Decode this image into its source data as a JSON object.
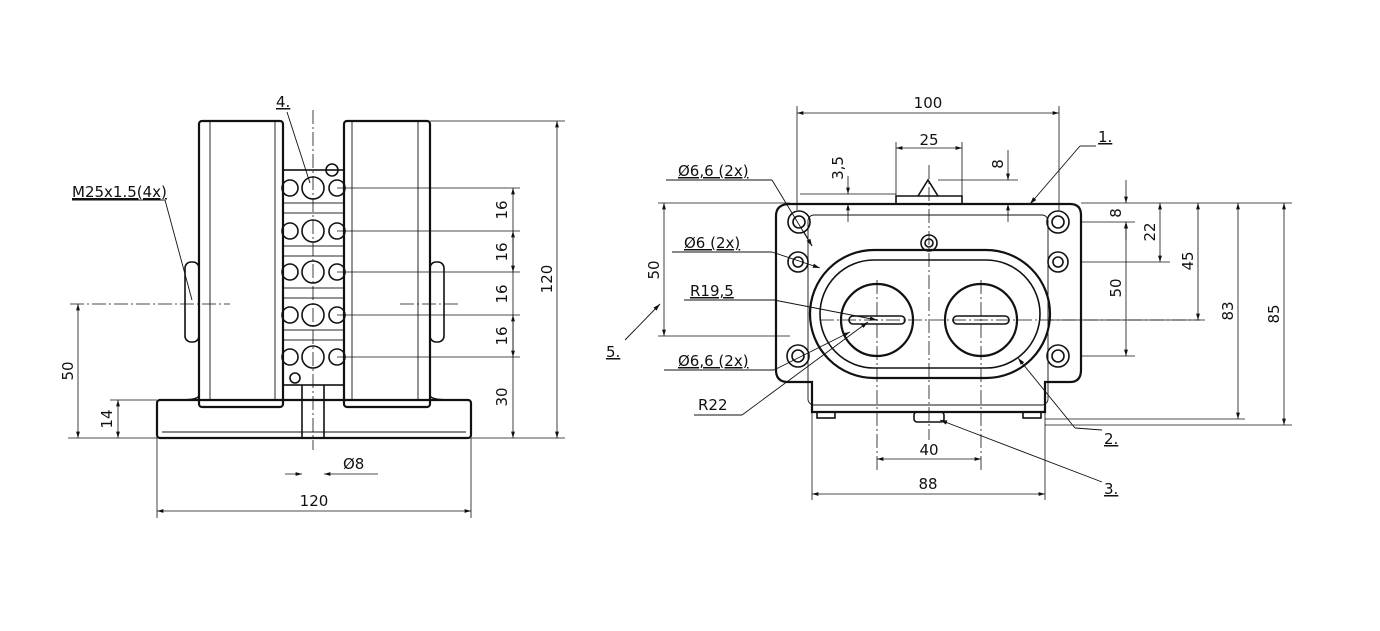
{
  "labels": {
    "thread": "M25x1.5(4x)",
    "callout_4": "4.",
    "callout_1": "1.",
    "callout_2": "2.",
    "callout_3": "3.",
    "callout_5": "5.",
    "dia_66_top": "Ø6,6 (2x)",
    "dia_6": "Ø6 (2x)",
    "r195": "R19,5",
    "dia_66_bot": "Ø6,6 (2x)",
    "r22": "R22",
    "dia_8": "Ø8"
  },
  "dims_left": {
    "d16a": "16",
    "d16b": "16",
    "d16c": "16",
    "d16d": "16",
    "d30": "30",
    "d120v": "120",
    "d50": "50",
    "d14": "14",
    "d120h": "120"
  },
  "dims_right": {
    "d100": "100",
    "d25": "25",
    "d35": "3,5",
    "d8top": "8",
    "d50left": "50",
    "d8r": "8",
    "d22": "22",
    "d50r": "50",
    "d45": "45",
    "d83": "83",
    "d85": "85",
    "d40": "40",
    "d88": "88"
  }
}
